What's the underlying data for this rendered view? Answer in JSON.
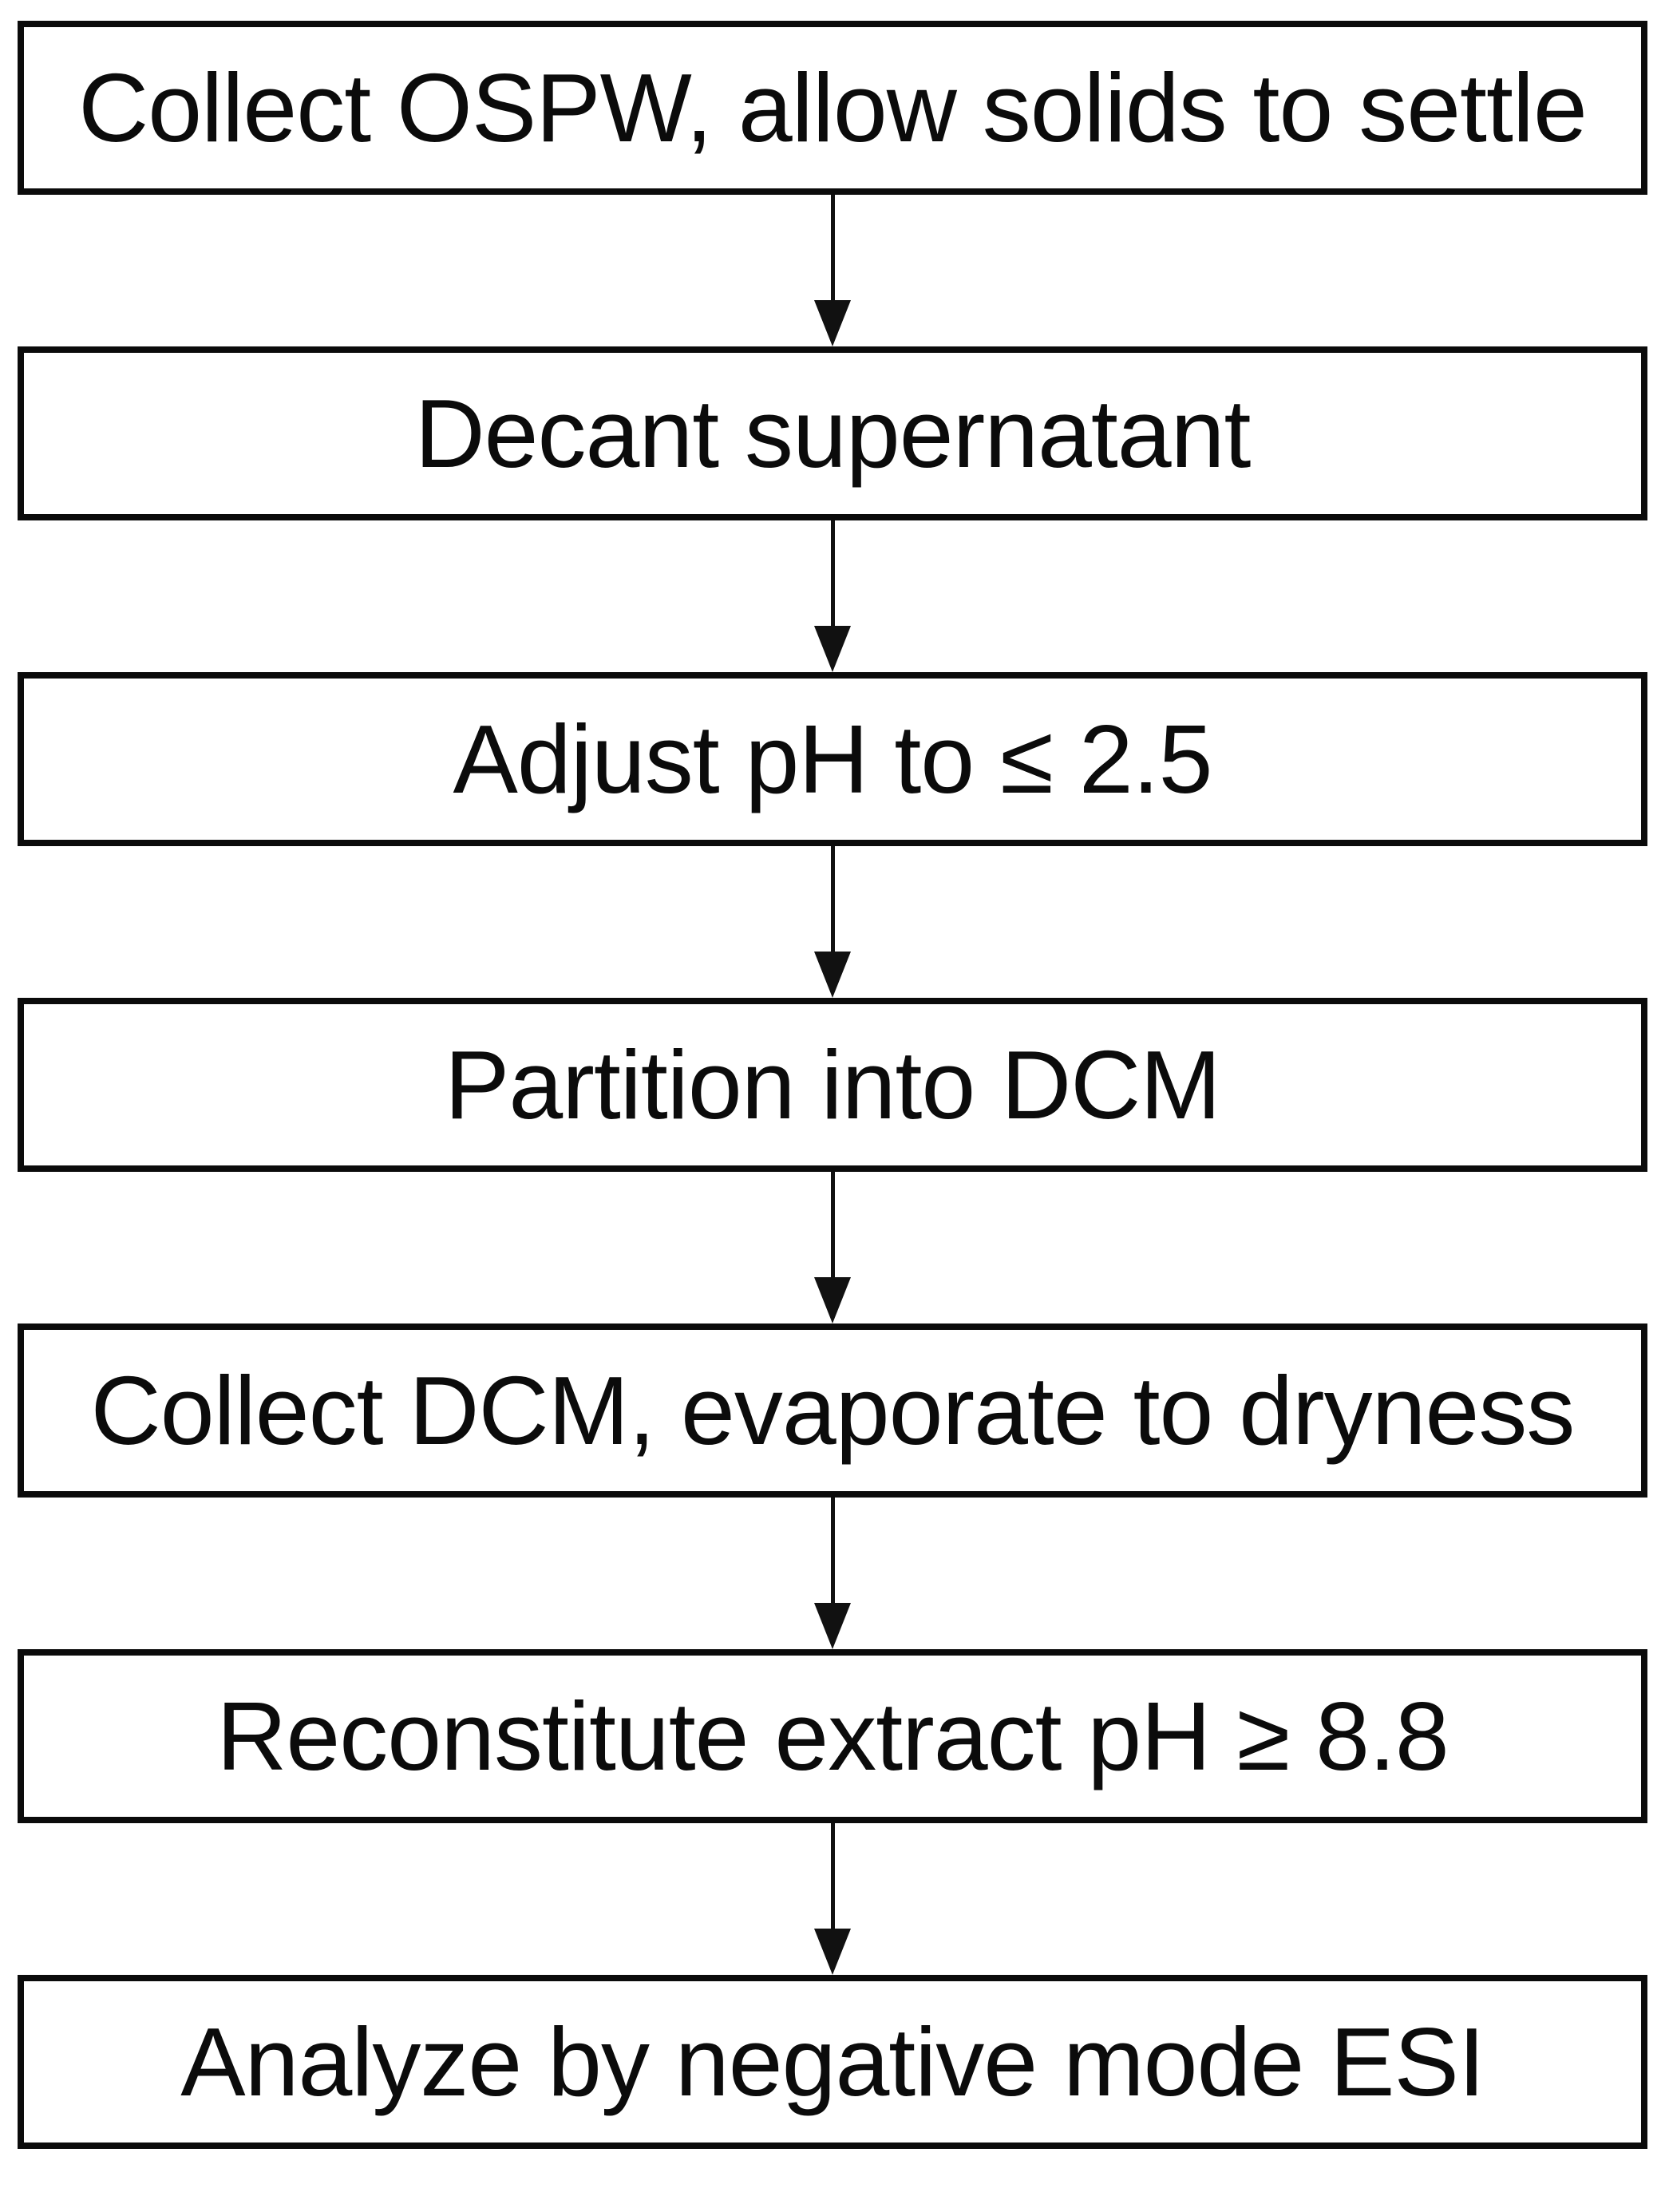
{
  "flowchart": {
    "type": "vertical-flowchart",
    "connector_style": "thin-line-solid-triangle-down-arrow",
    "colors": {
      "background": "#ffffff",
      "box_fill": "#ffffff",
      "box_border": "#0b0b0b",
      "text": "#0b0b0b",
      "arrow": "#111111"
    },
    "steps": [
      {
        "label": "Collect OSPW, allow solids to settle"
      },
      {
        "label": "Decant supernatant"
      },
      {
        "label": "Adjust pH to ≤ 2.5"
      },
      {
        "label": "Partition into DCM"
      },
      {
        "label": "Collect DCM, evaporate to dryness"
      },
      {
        "label": "Reconstitute extract pH ≥ 8.8"
      },
      {
        "label": "Analyze by negative mode ESI"
      }
    ]
  }
}
